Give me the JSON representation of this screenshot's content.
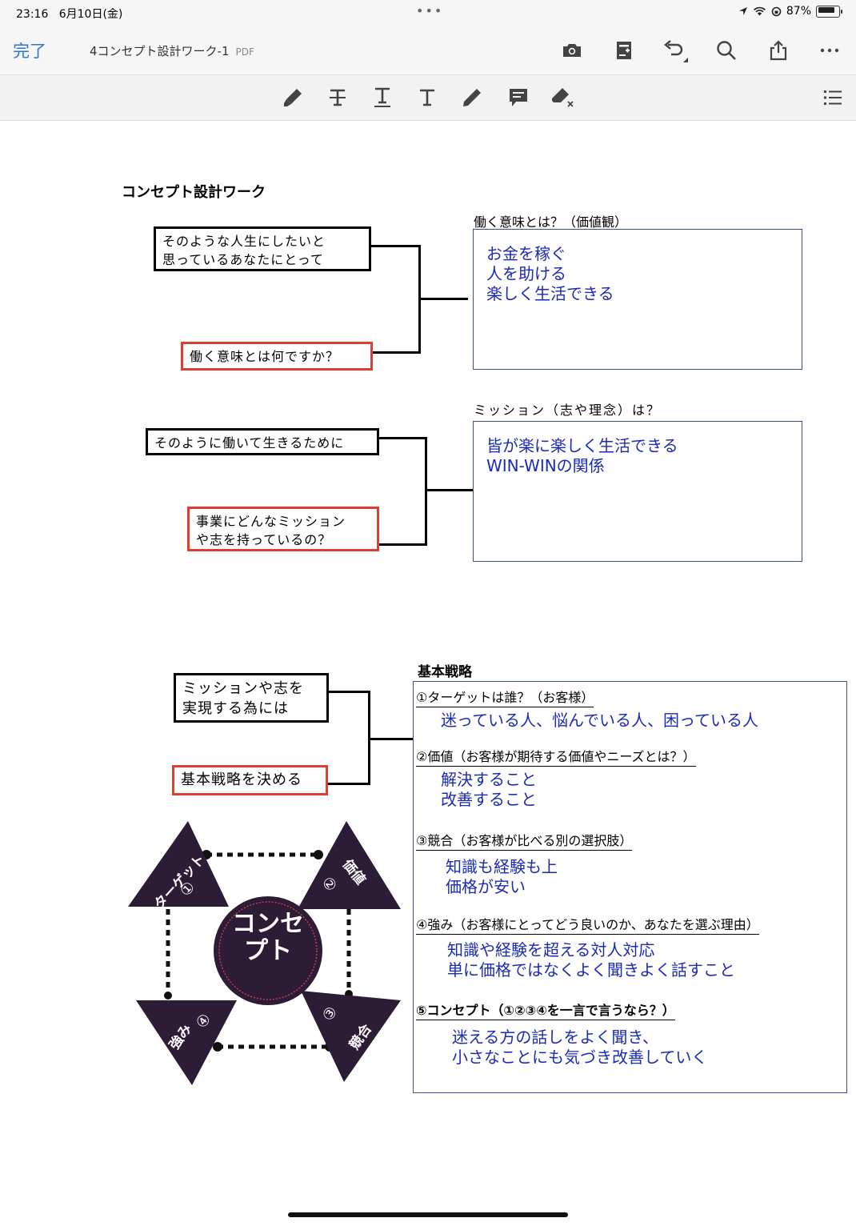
{
  "status": {
    "time": "23:16",
    "date": "6月10日(金)",
    "battery": "87%"
  },
  "nav": {
    "done": "完了",
    "title": "4コンセプト設計ワーク-1",
    "type": "PDF"
  },
  "doc": {
    "heading": "コンセプト設計ワーク",
    "section1": {
      "label": "働く意味とは？（価値観）",
      "q1": "そのような人生にしたいと\n思っているあなたにとって",
      "q2": "働く意味とは何ですか？",
      "answer": "お金を稼ぐ\n人を助ける\n楽しく生活できる"
    },
    "section2": {
      "label": "ミッション（志や理念）は？",
      "q1": "そのように働いて生きるために",
      "q2": "事業にどんなミッション\nや志を持っているの？",
      "answer": "皆が楽に楽しく生活できる\nWIN-WINの関係"
    },
    "section3": {
      "label": "基本戦略",
      "q1": "ミッションや志を\n実現する為には",
      "q2": "基本戦略を決める",
      "items": [
        {
          "head": "①ターゲットは誰？（お客様）",
          "answer": "迷っている人、悩んでいる人、困っている人"
        },
        {
          "head": "②価値（お客様が期待する価値やニーズとは？）",
          "answer": "解決すること\n改善すること"
        },
        {
          "head": "③競合（お客様が比べる別の選択肢）",
          "answer": "知識も経験も上\n価格が安い"
        },
        {
          "head": "④強み（お客様にとってどう良いのか、あなたを選ぶ理由）",
          "answer": "知識や経験を超える対人対応\n単に価格ではなくよく聞きよく話すこと"
        },
        {
          "head": "⑤コンセプト（①②③④を一言で言うなら？）",
          "answer": "迷える方の話しをよく聞き、\n小さなことにも気づき改善していく"
        }
      ]
    },
    "diagram": {
      "center": "コンセ\nプト",
      "target": "ターゲット",
      "target_num": "①",
      "value": "価値",
      "value_num": "②",
      "competitor": "競合",
      "competitor_num": "③",
      "strength": "強み",
      "strength_num": "④"
    }
  },
  "colors": {
    "accent": "#2f74d0",
    "answer_text": "#1b2bb5",
    "red_border": "#e03c31",
    "diagram_fill": "#2c1c35"
  }
}
